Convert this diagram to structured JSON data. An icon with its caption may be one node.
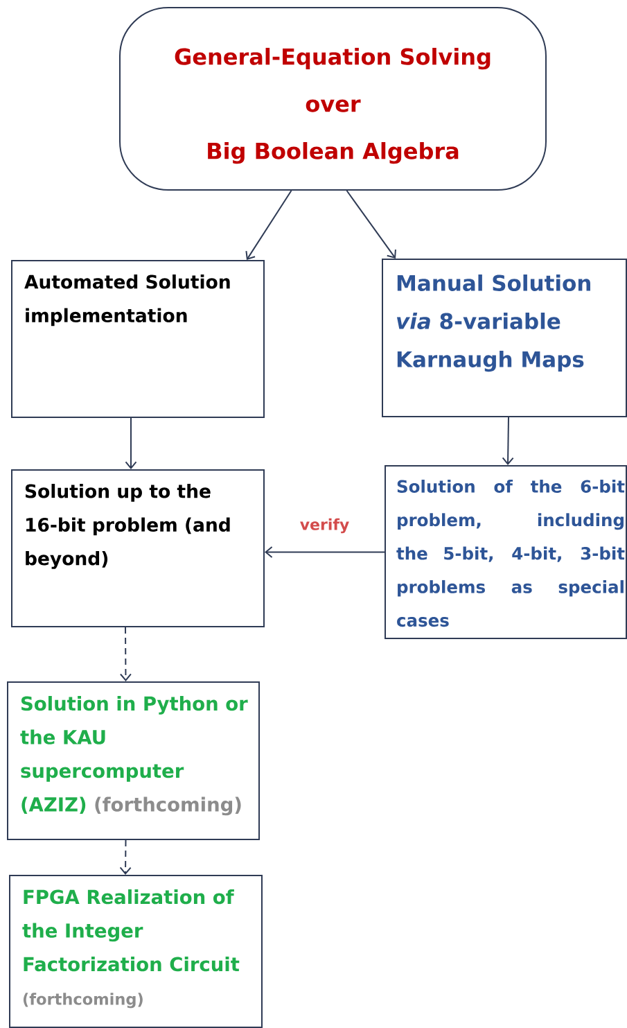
{
  "diagram": {
    "nodes": [
      {
        "text": [
          "General-Equation Solving",
          "over",
          "Big Boolean Algebra"
        ]
      },
      {
        "text": [
          "Automated Solution implementation"
        ]
      },
      {
        "text": [
          "Manual Solution *via* 8-variable Karnaugh Maps"
        ]
      },
      {
        "text": [
          "Solution up to the 16-bit problem (and beyond)"
        ]
      },
      {
        "text": [
          "Solution of the 6-bit problem, including the 5-bit, 4-bit, 3-bit problems as special cases"
        ]
      },
      {
        "text": [
          "Solution in Python or the KAU supercomputer (AZIZ)",
          "(forthcoming)"
        ]
      },
      {
        "text": [
          "FPGA Realization of the Integer Factorization Circuit",
          "(forthcoming)"
        ]
      }
    ],
    "edges": [
      {
        "from": 0,
        "to": 1,
        "arrow": "to"
      },
      {
        "from": 0,
        "to": 2,
        "arrow": "to"
      },
      {
        "from": 1,
        "to": 3,
        "arrow": "to"
      },
      {
        "from": 2,
        "to": 4,
        "arrow": "to"
      },
      {
        "from": 4,
        "to": 3,
        "arrow": "to",
        "label": "verify"
      },
      {
        "from": 3,
        "to": 5,
        "arrow": "to",
        "style": "dashed"
      },
      {
        "from": 5,
        "to": 6,
        "arrow": "to",
        "style": "dashed"
      }
    ]
  }
}
